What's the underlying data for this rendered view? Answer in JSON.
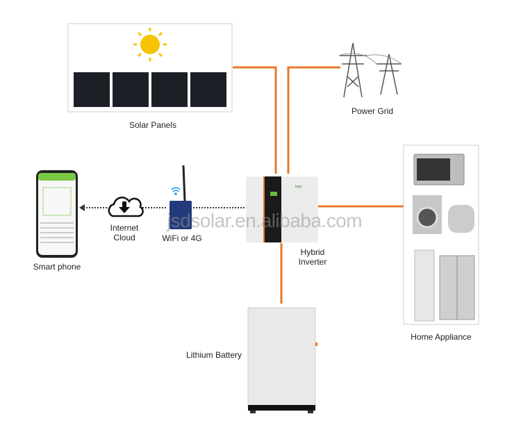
{
  "labels": {
    "solar_panels": "Solar Panels",
    "power_grid": "Power Grid",
    "smart_phone": "Smart phone",
    "internet_cloud": "Internet\nCloud",
    "internet_cloud_line1": "Internet",
    "internet_cloud_line2": "Cloud",
    "wifi": "WiFi or 4G",
    "hybrid_inverter_line1": "Hybrid",
    "hybrid_inverter_line2": "Inverter",
    "home_appliance": "Home Appliance",
    "lithium_battery": "Lithium Battery"
  },
  "watermark": "jsdsolar.en.alibaba.com",
  "colors": {
    "power_line": "#e8782a",
    "data_line": "#333333",
    "sun": "#f6c400",
    "phone_accent": "#7ac943"
  }
}
